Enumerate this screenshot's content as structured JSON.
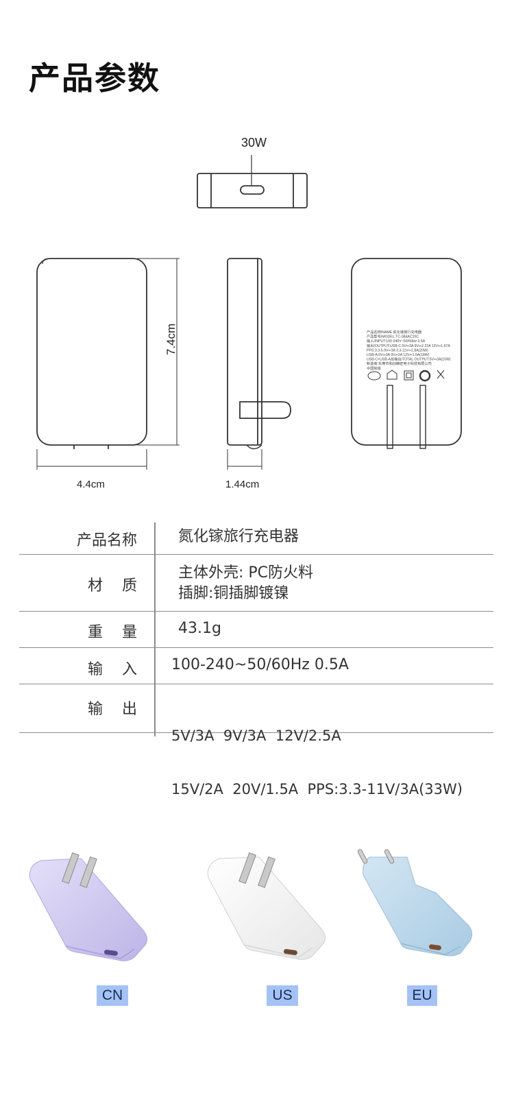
{
  "page": {
    "title": "产品参数"
  },
  "diagram": {
    "top_label": "30W",
    "height_label": "7.4cm",
    "width_label": "4.4cm",
    "depth_label": "1.44cm",
    "back_label_lines": [
      "产品名称/NAME:氮化镓旅行充电器",
      "产品型号/MODEL:TC-084AC20C",
      "输入/INPUT:100-240V~50/60Hz 0.5A",
      "输出/OUTPUT:USB-C:5V⎓3A 9V⎓2.22A 12V⎓1.67A",
      "PPS:3.3-5.9V⎓3A 3.3-11V⎓1.8A(20W)",
      "USB-A:5V⎓3A 9V⎓2A 12V⎓1.5A(18W)",
      "USB-C+USB-A总输出/TOTAL OUTPUT:5V⎓3A(15W)",
      "制造商:东莞市和创精密电子科技有限公司",
      "中国制造"
    ]
  },
  "specs": [
    {
      "label": "产品名称",
      "values": [
        "氮化镓旅行充电器"
      ]
    },
    {
      "label": "材    质",
      "values": [
        "主体外壳: PC防火料",
        "插脚:铜插脚镀镍"
      ]
    },
    {
      "label": "重    量",
      "values": [
        "43.1g"
      ]
    },
    {
      "label": "输    入",
      "values": [
        "100-240~50/60Hz 0.5A"
      ]
    },
    {
      "label": "输    出",
      "values": [
        "5V/3A  9V/3A  12V/2.5A",
        "15V/2A  20V/1.5A  PPS:3.3-11V/3A(33W)"
      ]
    }
  ],
  "variants": [
    {
      "code": "CN",
      "color": "#cdc6ee"
    },
    {
      "code": "US",
      "color": "#f4f4f4"
    },
    {
      "code": "EU",
      "color": "#bcd7ea"
    }
  ]
}
